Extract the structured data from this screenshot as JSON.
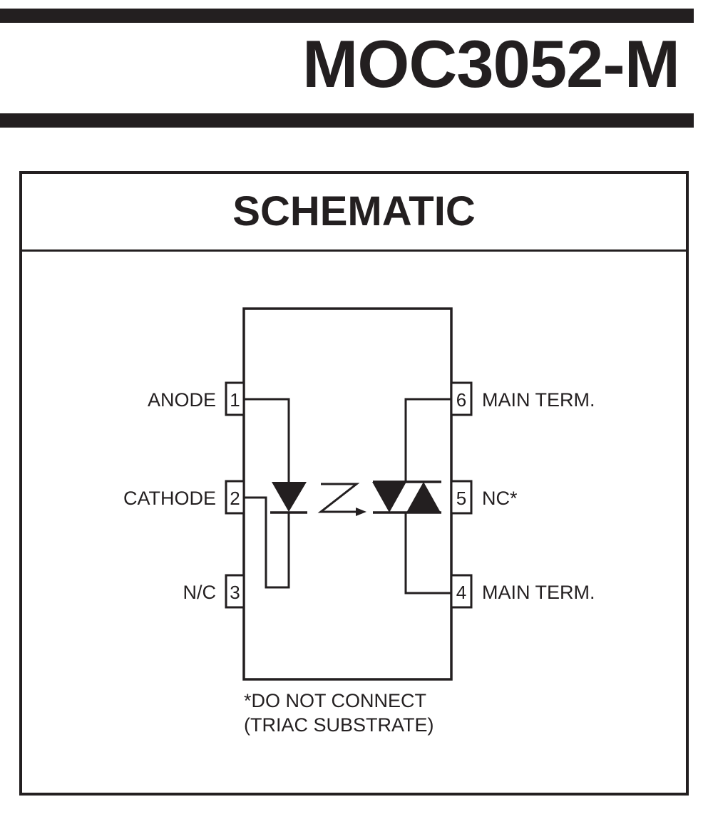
{
  "header": {
    "part_number": "MOC3052-M"
  },
  "section": {
    "title": "SCHEMATIC"
  },
  "pins": [
    {
      "number": "1",
      "label": "ANODE"
    },
    {
      "number": "2",
      "label": "CATHODE"
    },
    {
      "number": "3",
      "label": "N/C"
    },
    {
      "number": "4",
      "label": "MAIN TERM."
    },
    {
      "number": "5",
      "label": "NC*"
    },
    {
      "number": "6",
      "label": "MAIN TERM."
    }
  ],
  "footnote": {
    "line1": "*DO NOT CONNECT",
    "line2": "(TRIAC SUBSTRATE)"
  }
}
